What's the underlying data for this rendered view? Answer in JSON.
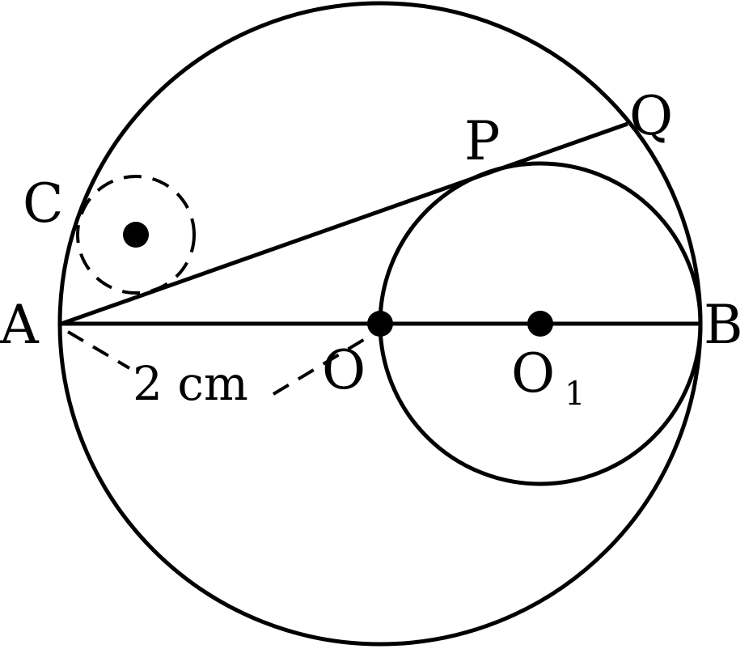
{
  "labels": {
    "A": "A",
    "B": "B",
    "C": "C",
    "P": "P",
    "Q": "Q",
    "O": "O",
    "O1_main": "O",
    "O1_sub": "1"
  },
  "measurement": "2 cm"
}
